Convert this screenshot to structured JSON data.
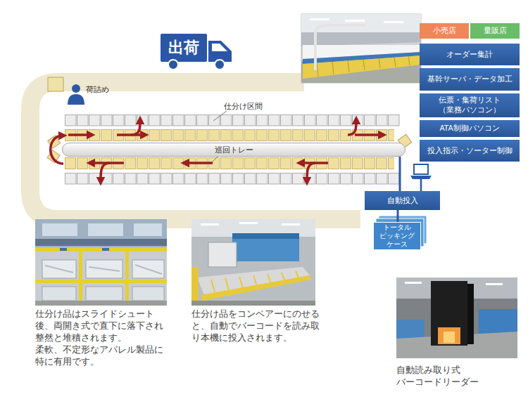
{
  "diagram": {
    "nodes": [
      {
        "text": [
          "出荷"
        ]
      },
      {
        "text": [
          "小売店"
        ]
      },
      {
        "text": [
          "量販店"
        ]
      },
      {
        "text": [
          "オーダー集計"
        ]
      },
      {
        "text": [
          "基幹サーバ・データ加工"
        ]
      },
      {
        "text": [
          "伝票・集荷リスト （業務パソコン）"
        ]
      },
      {
        "text": [
          "ATA制御パソコン"
        ]
      },
      {
        "text": [
          "投入指示・ソーター制御"
        ]
      },
      {
        "text": [
          "巡回トレー"
        ]
      },
      {
        "text": [
          "自動投入"
        ]
      },
      {
        "text": [
          "トータル ピッキング ケース"
        ]
      }
    ],
    "edges": [
      {
        "from": 9,
        "to": 8,
        "arrow": "none"
      },
      {
        "from": 10,
        "to": 9,
        "arrow": "none"
      }
    ],
    "labels": [
      "荷詰め",
      "仕分け区間",
      "仕分け品はスライドシュート 後、両開き式で直下に落下され 整然と堆積されます。",
      "柔軟、不定形なアパレル製品に 特に有用です。",
      "仕分け品をコンベアーにのせる と、自動でバーコードを読み取 り本機に投入されます。",
      "自動読み取り式 バーコードリーダー"
    ]
  }
}
